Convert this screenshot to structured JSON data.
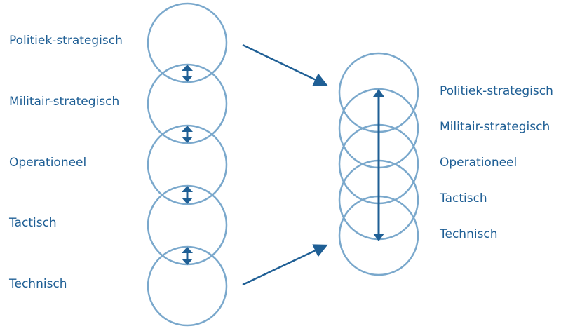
{
  "left_column": {
    "levels": [
      {
        "label": "Politiek-strategisch"
      },
      {
        "label": "Militair-strategisch"
      },
      {
        "label": "Operationeel"
      },
      {
        "label": "Tactisch"
      },
      {
        "label": "Technisch"
      }
    ]
  },
  "right_column": {
    "levels": [
      {
        "label": "Politiek-strategisch"
      },
      {
        "label": "Militair-strategisch"
      },
      {
        "label": "Operationeel"
      },
      {
        "label": "Tactisch"
      },
      {
        "label": "Technisch"
      }
    ]
  },
  "colors": {
    "circle_stroke": "#7aa8cc",
    "arrow": "#1f5f95",
    "text": "#1f5f95"
  }
}
